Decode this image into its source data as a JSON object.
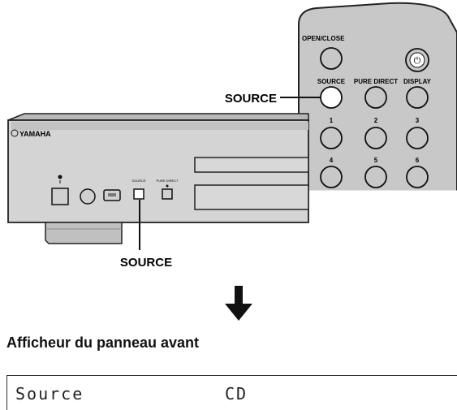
{
  "remote": {
    "buttons": {
      "open_close": "OPEN/CLOSE",
      "source": "SOURCE",
      "pure_direct": "PURE DIRECT",
      "display": "DISPLAY",
      "one": "1",
      "two": "2",
      "three": "3",
      "four": "4",
      "five": "5",
      "six": "6"
    },
    "power_symbol": "⏻"
  },
  "player": {
    "brand": "YAMAHA",
    "source_label": "SOURCE",
    "pure_direct_label": "PURE DIRECT"
  },
  "callouts": {
    "remote_source": "SOURCE",
    "front_source": "SOURCE"
  },
  "display": {
    "heading": "Afficheur du panneau avant",
    "source_label": "Source",
    "source_value": "CD"
  }
}
